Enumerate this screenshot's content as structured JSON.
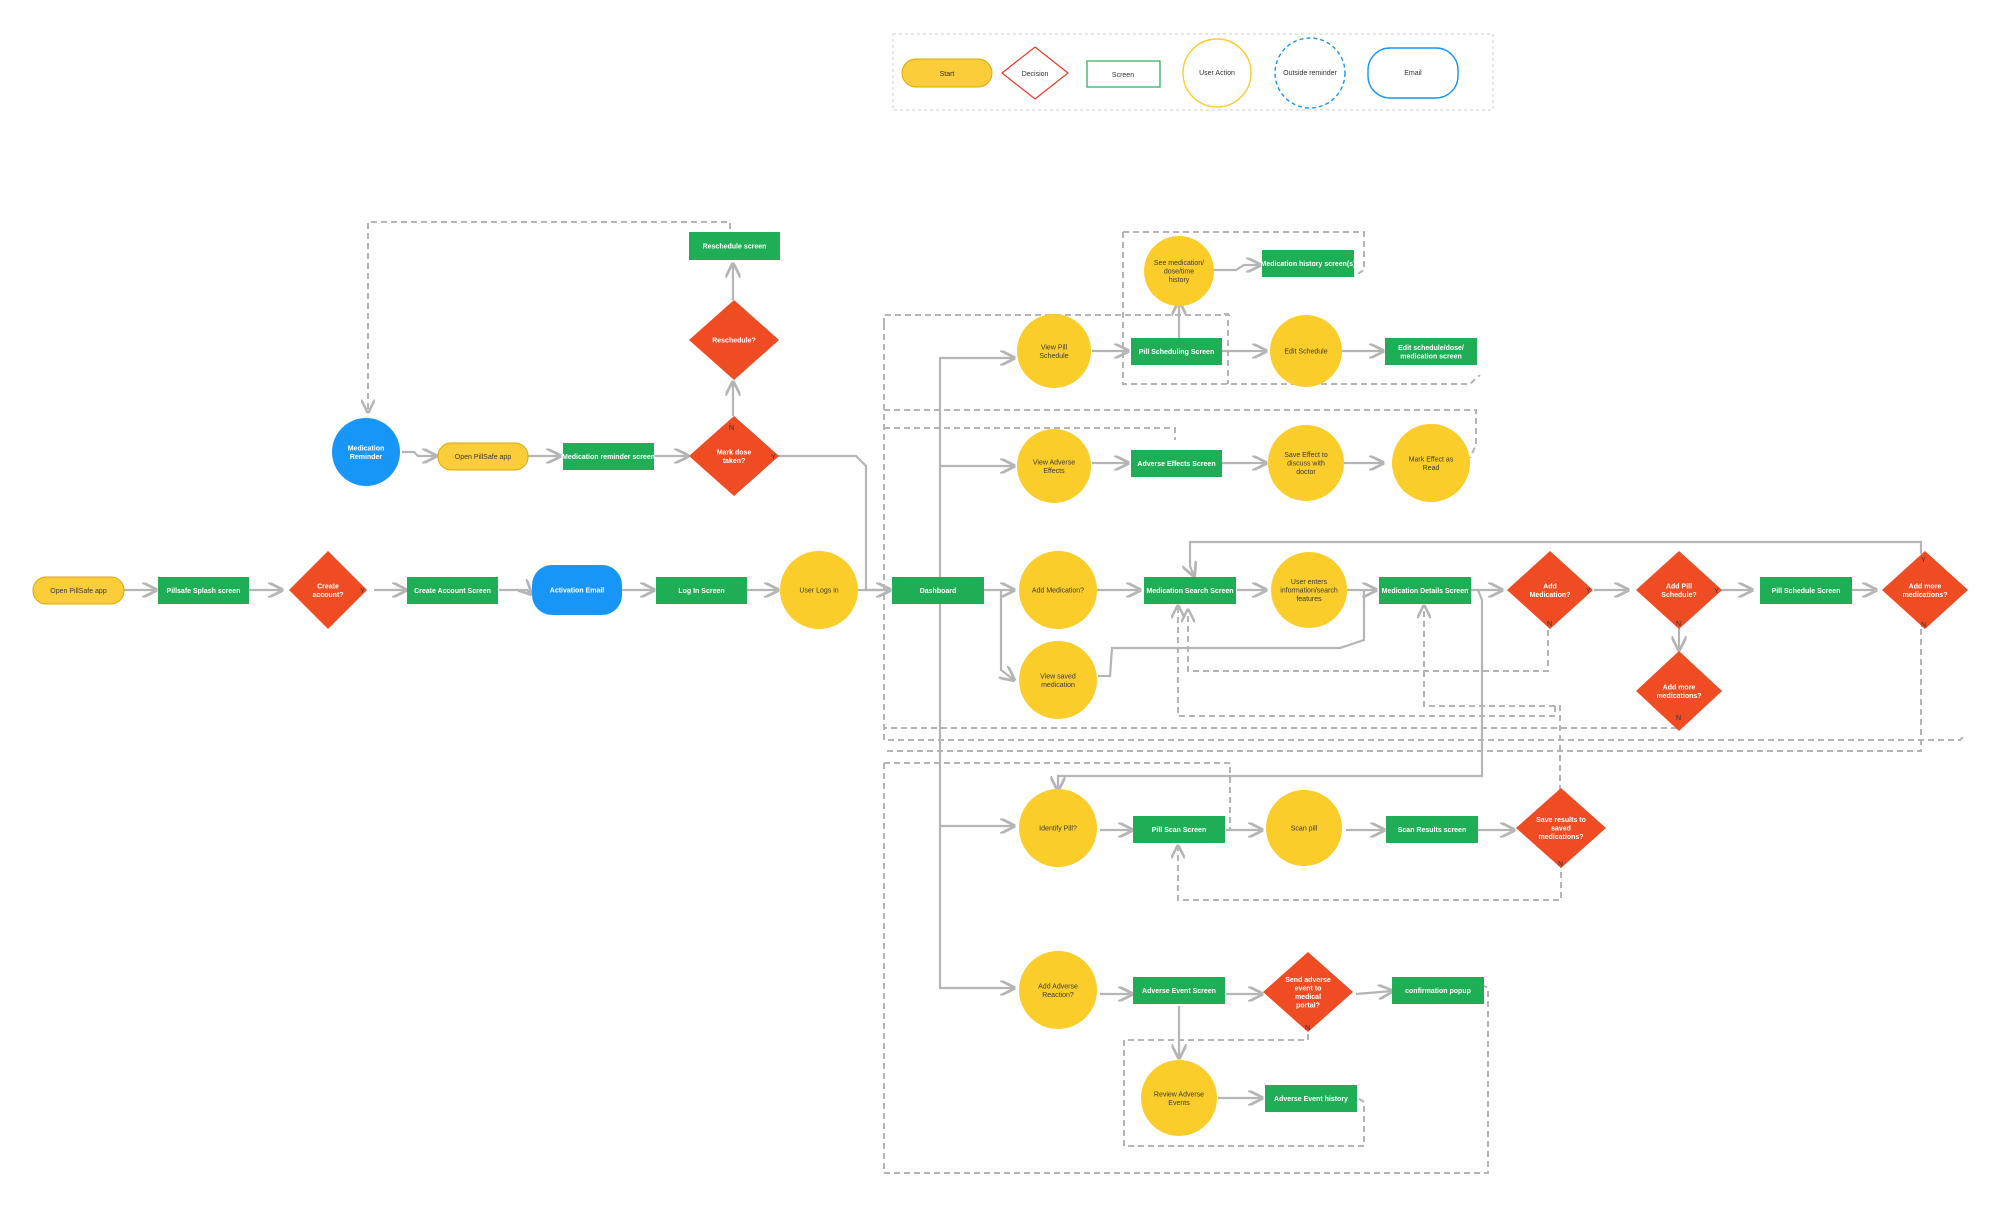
{
  "legend": [
    {
      "id": "start",
      "label": "Start"
    },
    {
      "id": "decision",
      "label": "Decision"
    },
    {
      "id": "screen",
      "label": "Screen"
    },
    {
      "id": "user-action",
      "label": "User Action"
    },
    {
      "id": "outside-reminder",
      "label": "Outside reminder"
    },
    {
      "id": "email",
      "label": "Email"
    }
  ],
  "colors": {
    "start": "#fbcd3a",
    "decision": "#f04c23",
    "screen": "#1fae55",
    "user_action": "#fbcd2b",
    "reminder": "#1796f7",
    "line": "#b5b5b5"
  },
  "nodes": [
    {
      "id": "open-app-start",
      "type": "start",
      "lines": [
        "Open PillSafe app"
      ]
    },
    {
      "id": "splash-screen",
      "type": "screen",
      "lines": [
        "Pillsafe Splash screen"
      ]
    },
    {
      "id": "create-account-decision",
      "type": "decision",
      "lines": [
        "Create",
        "account?"
      ]
    },
    {
      "id": "create-account-screen",
      "type": "screen",
      "lines": [
        "Create Account Screen"
      ]
    },
    {
      "id": "activation-email",
      "type": "reminder",
      "lines": [
        "Activation Email"
      ]
    },
    {
      "id": "login-screen",
      "type": "screen",
      "lines": [
        "Log In Screen"
      ]
    },
    {
      "id": "user-logs-in",
      "type": "action",
      "lines": [
        "User Logs in"
      ]
    },
    {
      "id": "dashboard",
      "type": "screen",
      "lines": [
        "Dashboard"
      ]
    },
    {
      "id": "medication-reminder",
      "type": "reminder",
      "lines": [
        "Medication",
        "Reminder"
      ]
    },
    {
      "id": "open-app-reminder",
      "type": "start",
      "lines": [
        "Open PillSafe app"
      ]
    },
    {
      "id": "medication-reminder-screen",
      "type": "screen",
      "lines": [
        "Medication reminder screen"
      ]
    },
    {
      "id": "mark-dose-taken",
      "type": "decision",
      "lines": [
        "Mark dose",
        "taken?"
      ]
    },
    {
      "id": "reschedule-decision",
      "type": "decision",
      "lines": [
        "Reschedule?"
      ]
    },
    {
      "id": "reschedule-screen",
      "type": "screen",
      "lines": [
        "Reschedule screen"
      ]
    },
    {
      "id": "view-pill-schedule",
      "type": "action",
      "lines": [
        "View Pill",
        "Schedule"
      ]
    },
    {
      "id": "pill-scheduling-screen",
      "type": "screen",
      "lines": [
        "Pill Scheduling Screen"
      ]
    },
    {
      "id": "see-medication-history",
      "type": "action",
      "lines": [
        "See medication/",
        "dose/time",
        "history"
      ]
    },
    {
      "id": "medication-history-screen",
      "type": "screen",
      "lines": [
        "Medication history screen(s)"
      ]
    },
    {
      "id": "edit-schedule",
      "type": "action",
      "lines": [
        "Edit Schedule"
      ]
    },
    {
      "id": "edit-schedule-screen",
      "type": "screen",
      "lines": [
        "Edit schedule/dose/",
        "medication screen"
      ]
    },
    {
      "id": "view-adverse-effects",
      "type": "action",
      "lines": [
        "View Adverse",
        "Effects"
      ]
    },
    {
      "id": "adverse-effects-screen",
      "type": "screen",
      "lines": [
        "Adverse Effects Screen"
      ]
    },
    {
      "id": "save-effect",
      "type": "action",
      "lines": [
        "Save Effect to",
        "discuss with",
        "doctor"
      ]
    },
    {
      "id": "mark-effect-read",
      "type": "action",
      "lines": [
        "Mark Effect as",
        "Read"
      ]
    },
    {
      "id": "add-medication-action",
      "type": "action",
      "lines": [
        "Add Medication?"
      ]
    },
    {
      "id": "view-saved-medication",
      "type": "action",
      "lines": [
        "View saved",
        "medication"
      ]
    },
    {
      "id": "medication-search-screen",
      "type": "screen",
      "lines": [
        "Medication Search Screen"
      ]
    },
    {
      "id": "user-enters-info",
      "type": "action",
      "lines": [
        "User enters",
        "information/search",
        "features"
      ]
    },
    {
      "id": "medication-details-screen",
      "type": "screen",
      "lines": [
        "Medication Details Screen"
      ]
    },
    {
      "id": "add-medication-decision",
      "type": "decision",
      "lines": [
        "Add",
        "Medication?"
      ]
    },
    {
      "id": "add-pill-schedule-decision",
      "type": "decision",
      "lines": [
        "Add Pill",
        "Schedule?"
      ]
    },
    {
      "id": "pill-schedule-screen",
      "type": "screen",
      "lines": [
        "Pill Schedule Screen"
      ]
    },
    {
      "id": "add-more-medications-1",
      "type": "decision",
      "lines": [
        "Add more",
        "medications?"
      ]
    },
    {
      "id": "add-more-medications-2",
      "type": "decision",
      "lines": [
        "Add more",
        "medications?"
      ]
    },
    {
      "id": "identify-pill",
      "type": "action",
      "lines": [
        "Identify Pill?"
      ]
    },
    {
      "id": "pill-scan-screen",
      "type": "screen",
      "lines": [
        "Pill Scan Screen"
      ]
    },
    {
      "id": "scan-pill",
      "type": "action",
      "lines": [
        "Scan pill"
      ]
    },
    {
      "id": "scan-results-screen",
      "type": "screen",
      "lines": [
        "Scan Results screen"
      ]
    },
    {
      "id": "save-results-decision",
      "type": "decision",
      "lines": [
        "Save results to",
        "saved",
        "medications?"
      ]
    },
    {
      "id": "add-adverse-reaction",
      "type": "action",
      "lines": [
        "Add Adverse",
        "Reaction?"
      ]
    },
    {
      "id": "adverse-event-screen",
      "type": "screen",
      "lines": [
        "Adverse Event Screen"
      ]
    },
    {
      "id": "send-adverse-event",
      "type": "decision",
      "lines": [
        "Send adverse",
        "event to",
        "medical",
        "portal?"
      ]
    },
    {
      "id": "confirmation-popup",
      "type": "screen",
      "lines": [
        "confirmation popup"
      ]
    },
    {
      "id": "review-adverse-events",
      "type": "action",
      "lines": [
        "Review Adverse",
        "Events"
      ]
    },
    {
      "id": "adverse-event-history",
      "type": "screen",
      "lines": [
        "Adverse Event history"
      ]
    }
  ],
  "branch_labels": {
    "yes": "Y",
    "no": "N"
  }
}
